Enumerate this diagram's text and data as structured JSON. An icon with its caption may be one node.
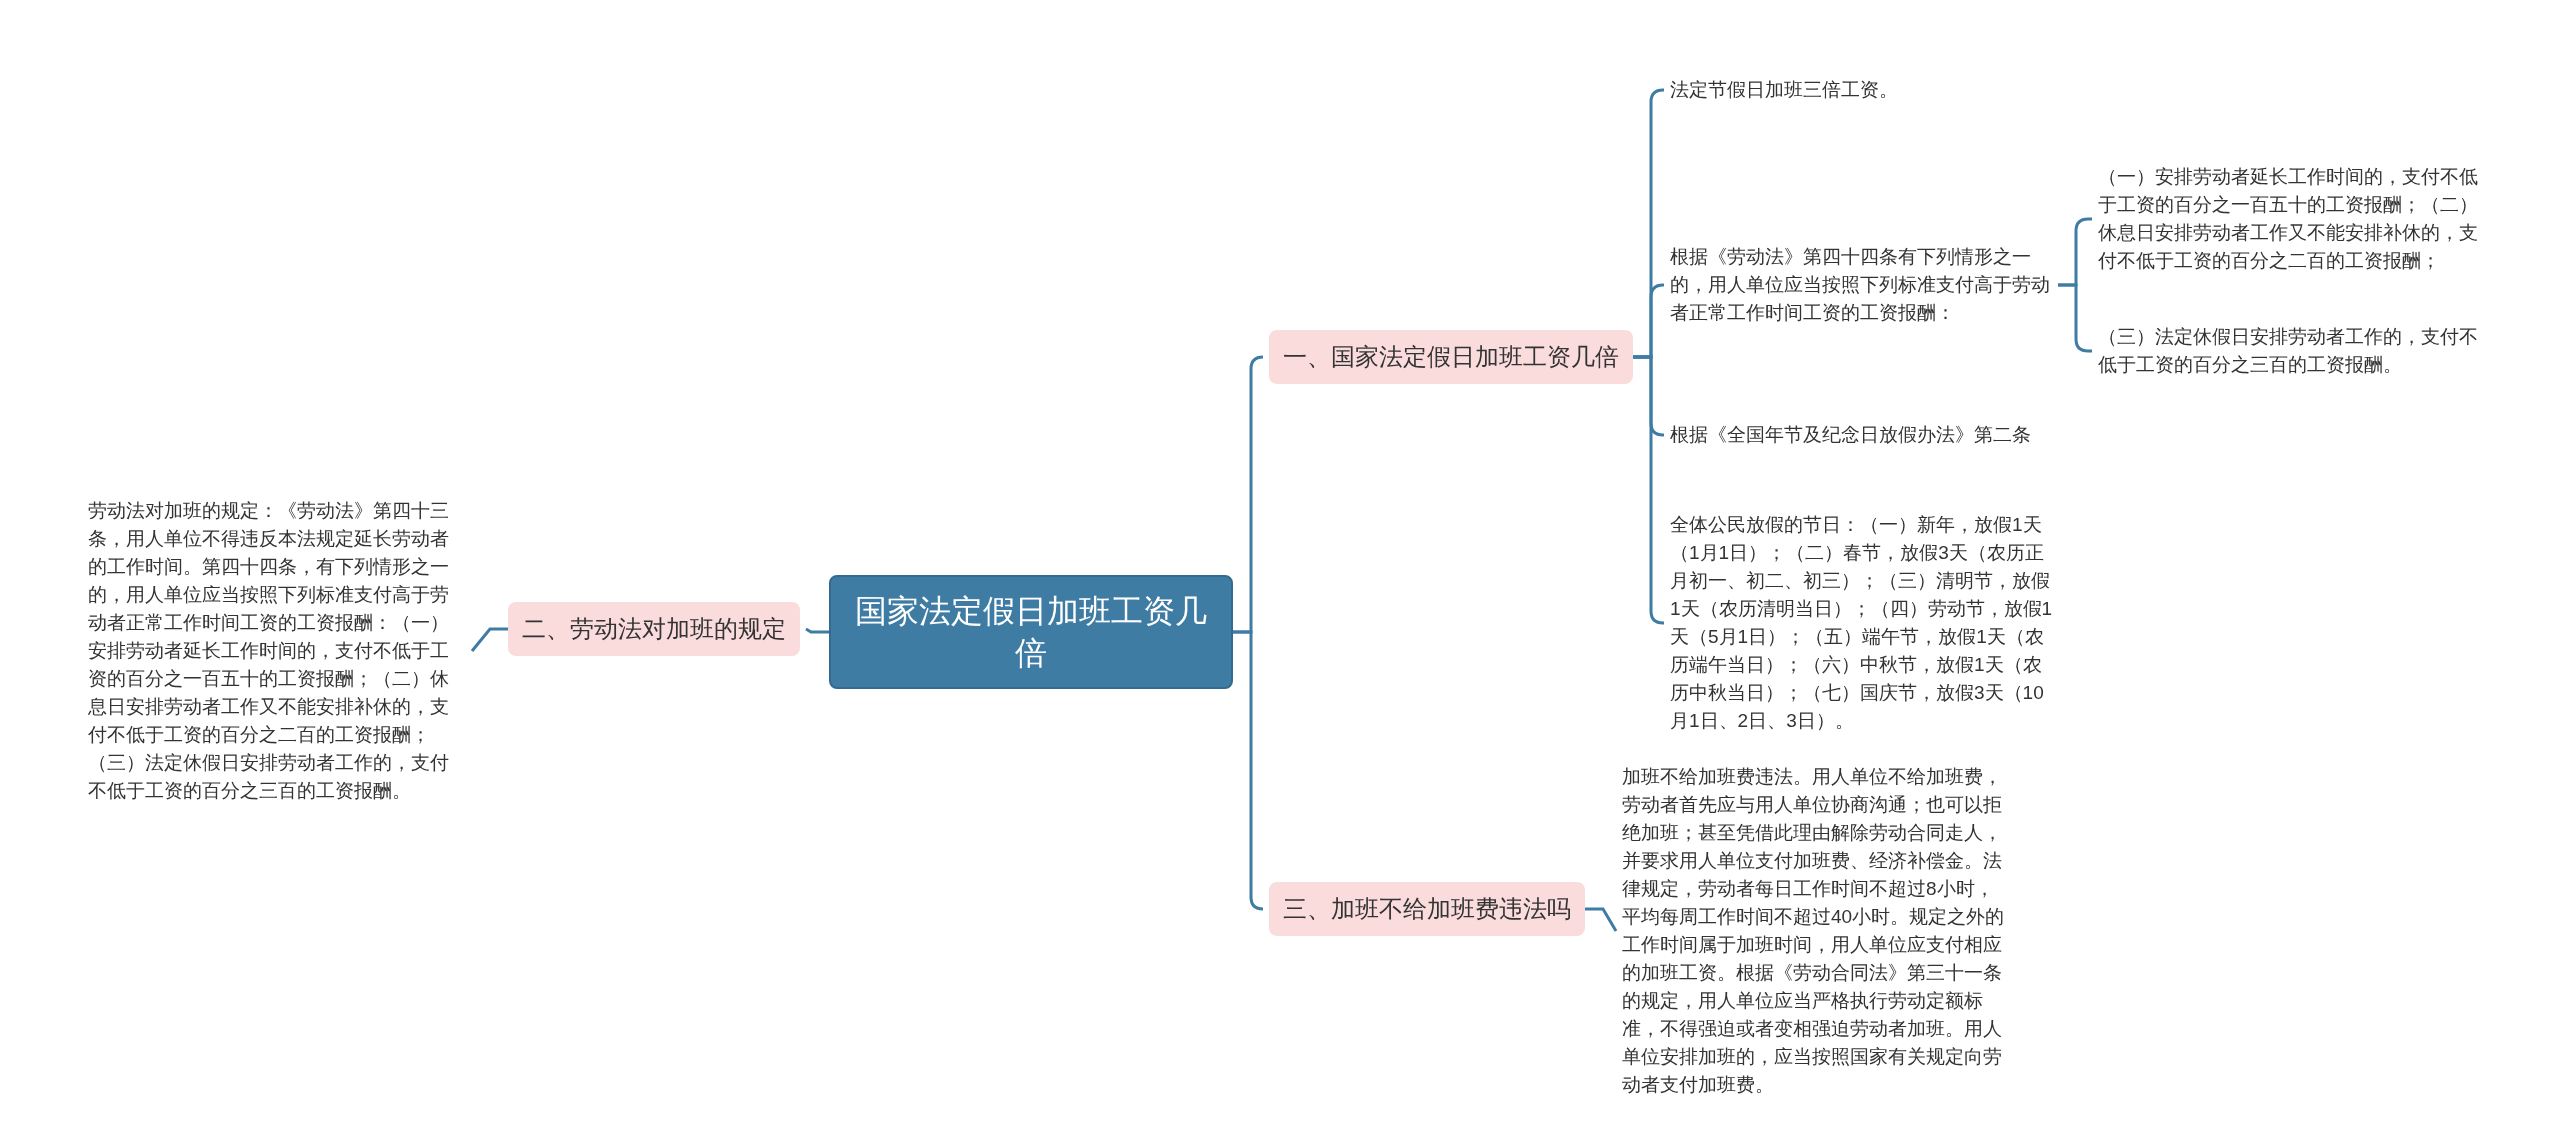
{
  "diagram": {
    "nodes": [
      {
        "text": [
          "国家法定假日加班工资几倍"
        ]
      },
      {
        "text": [
          "一、国家法定假日加班工资几倍"
        ]
      },
      {
        "text": [
          "法定节假日加班三倍工资。"
        ]
      },
      {
        "text": [
          "根据《劳动法》第四十四条有下列情形之一的，用人单位应当按照下列标准支付高于劳动者正常工作时间工资的工资报酬："
        ]
      },
      {
        "text": [
          "（一）安排劳动者延长工作时间的，支付不低于工资的百分之一百五十的工资报酬；（二）休息日安排劳动者工作又不能安排补休的，支付不低于工资的百分之二百的工资报酬；"
        ]
      },
      {
        "text": [
          "（三）法定休假日安排劳动者工作的，支付不低于工资的百分之三百的工资报酬。"
        ]
      },
      {
        "text": [
          "根据《全国年节及纪念日放假办法》第二条"
        ]
      },
      {
        "text": [
          "全体公民放假的节日：（一）新年，放假1天（1月1日）；（二）春节，放假3天（农历正月初一、初二、初三）；（三）清明节，放假1天（农历清明当日）；（四）劳动节，放假1天（5月1日）；（五）端午节，放假1天（农历端午当日）；（六）中秋节，放假1天（农历中秋当日）；（七）国庆节，放假3天（10月1日、2日、3日）。"
        ]
      },
      {
        "text": [
          "二、劳动法对加班的规定"
        ]
      },
      {
        "text": [
          "劳动法对加班的规定：《劳动法》第四十三条，用人单位不得违反本法规定延长劳动者的工作时间。第四十四条，有下列情形之一的，用人单位应当按照下列标准支付高于劳动者正常工作时间工资的工资报酬：（一）安排劳动者延长工作时间的，支付不低于工资的百分之一百五十的工资报酬；（二）休息日安排劳动者工作又不能安排补休的，支付不低于工资的百分之二百的工资报酬；（三）法定休假日安排劳动者工作的，支付不低于工资的百分之三百的工资报酬。"
        ]
      },
      {
        "text": [
          "三、加班不给加班费违法吗"
        ]
      },
      {
        "text": [
          "加班不给加班费违法。用人单位不给加班费，劳动者首先应与用人单位协商沟通；也可以拒绝加班；甚至凭借此理由解除劳动合同走人，并要求用人单位支付加班费、经济补偿金。法律规定，劳动者每日工作时间不超过8小时，平均每周工作时间不超过40小时。规定之外的工作时间属于加班时间，用人单位应支付相应的加班工资。根据《劳动合同法》第三十一条的规定，用人单位应当严格执行劳动定额标准，不得强迫或者变相强迫劳动者加班。用人单位安排加班的，应当按照国家有关规定向劳动者支付加班费。"
        ]
      }
    ],
    "edges": [
      {
        "from": 0,
        "to": 1,
        "arrow": "none"
      },
      {
        "from": 1,
        "to": 2,
        "arrow": "none"
      },
      {
        "from": 1,
        "to": 3,
        "arrow": "none"
      },
      {
        "from": 3,
        "to": 4,
        "arrow": "none"
      },
      {
        "from": 3,
        "to": 5,
        "arrow": "none"
      },
      {
        "from": 1,
        "to": 6,
        "arrow": "none"
      },
      {
        "from": 1,
        "to": 7,
        "arrow": "none"
      },
      {
        "from": 0,
        "to": 8,
        "arrow": "none"
      },
      {
        "from": 8,
        "to": 9,
        "arrow": "none"
      },
      {
        "from": 0,
        "to": 10,
        "arrow": "none"
      },
      {
        "from": 10,
        "to": 11,
        "arrow": "none"
      }
    ]
  }
}
